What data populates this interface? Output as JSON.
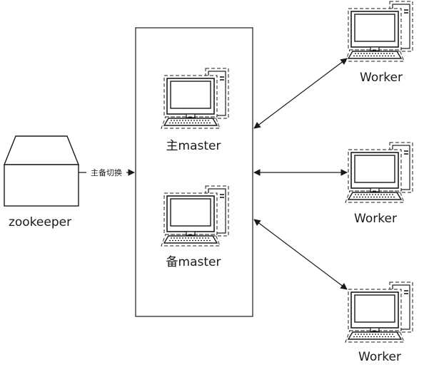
{
  "nodes": {
    "zookeeper": {
      "label": "zookeeper"
    },
    "master_primary": {
      "label": "主master"
    },
    "master_standby": {
      "label": "备master"
    },
    "workers": [
      {
        "label": "Worker"
      },
      {
        "label": "Worker"
      },
      {
        "label": "Worker"
      }
    ]
  },
  "edges": {
    "zk_to_masters": {
      "label": "主备切换"
    }
  },
  "icons": {
    "zookeeper": "storage-box-icon",
    "computer": "desktop-computer-icon"
  },
  "colors": {
    "stroke": "#1a1a1a",
    "background": "#ffffff"
  }
}
